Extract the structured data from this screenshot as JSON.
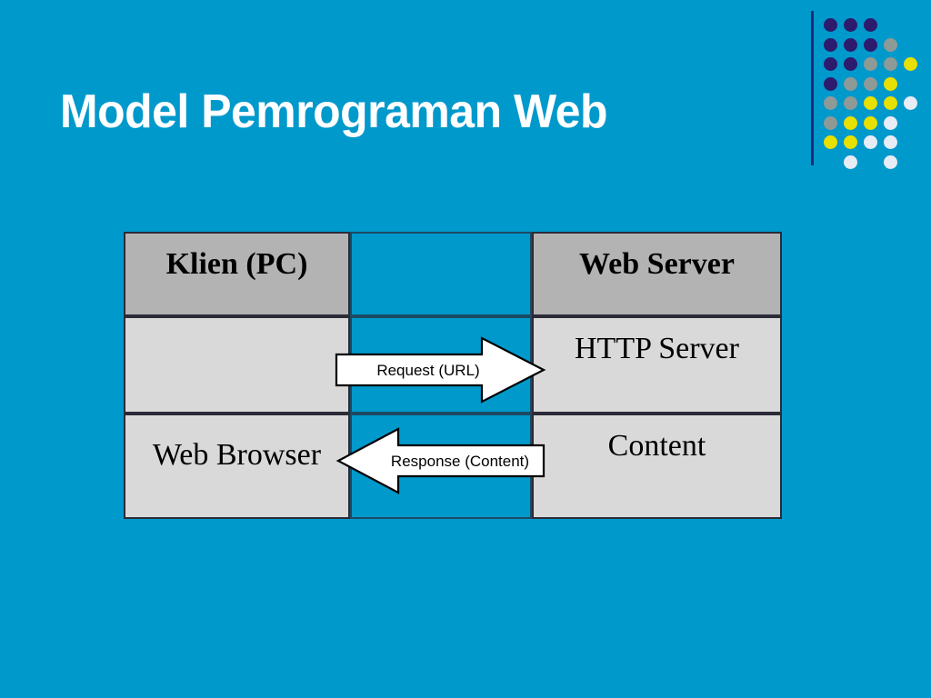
{
  "slide": {
    "title": "Model Pemrograman Web",
    "background_color": "#0099cc",
    "title_color": "#ffffff"
  },
  "decoration": {
    "rule_color": "#1f2a72",
    "palette": {
      "navy": "#2d1b6e",
      "gray": "#8d9a96",
      "yellow": "#e8e000",
      "white": "#e8ecf5"
    },
    "dot_grid": [
      [
        "navy",
        "navy",
        "navy",
        null,
        null
      ],
      [
        "navy",
        "navy",
        "navy",
        "gray",
        null
      ],
      [
        "navy",
        "navy",
        "gray",
        "gray",
        "yellow"
      ],
      [
        "navy",
        "gray",
        "gray",
        "yellow",
        null
      ],
      [
        "gray",
        "gray",
        "yellow",
        "yellow",
        "white"
      ],
      [
        "gray",
        "yellow",
        "yellow",
        "white",
        null
      ],
      [
        "yellow",
        "yellow",
        "white",
        "white",
        null
      ],
      [
        null,
        "white",
        null,
        "white",
        null
      ]
    ]
  },
  "diagram": {
    "columns": [
      "client",
      "channel",
      "server"
    ],
    "header": {
      "client": "Klien (PC)",
      "channel": "",
      "server": "Web Server"
    },
    "row_middle": {
      "client": "",
      "server": "HTTP Server"
    },
    "row_bottom": {
      "client": "Web Browser",
      "server": "Content"
    },
    "arrows": [
      {
        "name": "request-arrow",
        "label": "Request (URL)",
        "direction": "right",
        "fill": "#ffffff",
        "stroke": "#000000"
      },
      {
        "name": "response-arrow",
        "label": "Response (Content)",
        "direction": "left",
        "fill": "#ffffff",
        "stroke": "#000000"
      }
    ],
    "styles": {
      "header_bg": "#b3b3b3",
      "body_bg": "#d9d9d9",
      "border": "#2b2b38"
    }
  }
}
